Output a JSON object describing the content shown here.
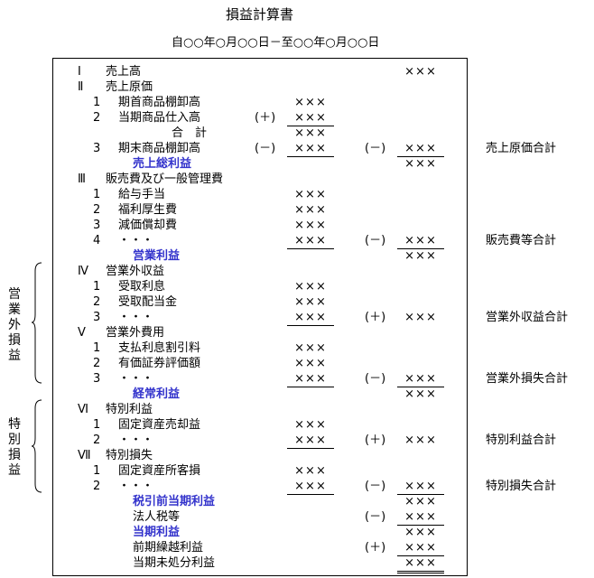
{
  "title": "損益計算書",
  "period": "自○○年○月○○日－至○○年○月○○日",
  "side_groups": [
    {
      "label": "営業外損益"
    },
    {
      "label": "特別損益"
    }
  ],
  "colors": {
    "highlight": "#3333cc"
  },
  "rows": [
    {
      "roman": "Ⅰ",
      "label": "売上高",
      "amt2": "×××"
    },
    {
      "roman": "Ⅱ",
      "label": "売上原価"
    },
    {
      "num": "1",
      "label": "期首商品棚卸高",
      "amt1": "×××"
    },
    {
      "num": "2",
      "label": "当期商品仕入高",
      "sign1": "(＋)",
      "amt1": "×××",
      "ul1": 1
    },
    {
      "sub": "合　計",
      "amt1": "×××"
    },
    {
      "num": "3",
      "label": "期末商品棚卸高",
      "sign1": "(－)",
      "amt1": "×××",
      "ul1": 1,
      "sign2": "(－)",
      "amt2": "×××",
      "ul2": 1,
      "right": "売上原価合計"
    },
    {
      "blue": "売上総利益",
      "amt2": "×××"
    },
    {
      "roman": "Ⅲ",
      "label": "販売費及び一般管理費"
    },
    {
      "num": "1",
      "label": "給与手当",
      "amt1": "×××"
    },
    {
      "num": "2",
      "label": "福利厚生費",
      "amt1": "×××"
    },
    {
      "num": "3",
      "label": "減価償却費",
      "amt1": "×××"
    },
    {
      "num": "4",
      "label": "・・・",
      "amt1": "×××",
      "ul1": 1,
      "sign2": "(－)",
      "amt2": "×××",
      "ul2": 1,
      "right": "販売費等合計"
    },
    {
      "blue": "営業利益",
      "amt2": "×××"
    },
    {
      "roman": "Ⅳ",
      "label": "営業外収益"
    },
    {
      "num": "1",
      "label": "受取利息",
      "amt1": "×××"
    },
    {
      "num": "2",
      "label": "受取配当金",
      "amt1": "×××"
    },
    {
      "num": "3",
      "label": "・・・",
      "amt1": "×××",
      "ul1": 1,
      "sign2": "(＋)",
      "amt2": "×××",
      "right": "営業外収益合計"
    },
    {
      "roman": "Ⅴ",
      "label": "営業外費用"
    },
    {
      "num": "1",
      "label": "支払利息割引料",
      "amt1": "×××"
    },
    {
      "num": "2",
      "label": "有価証券評価額",
      "amt1": "×××"
    },
    {
      "num": "3",
      "label": "・・・",
      "amt1": "×××",
      "ul1": 1,
      "sign2": "(－)",
      "amt2": "×××",
      "ul2": 1,
      "right": "営業外損失合計"
    },
    {
      "blue": "経常利益",
      "amt2": "×××"
    },
    {
      "roman": "Ⅵ",
      "label": "特別利益"
    },
    {
      "num": "1",
      "label": "固定資産売却益",
      "amt1": "×××"
    },
    {
      "num": "2",
      "label": "・・・",
      "amt1": "×××",
      "ul1": 1,
      "sign2": "(＋)",
      "amt2": "×××",
      "right": "特別利益合計"
    },
    {
      "roman": "Ⅶ",
      "label": "特別損失"
    },
    {
      "num": "1",
      "label": "固定資産所客損",
      "amt1": "×××"
    },
    {
      "num": "2",
      "label": "・・・",
      "amt1": "×××",
      "ul1": 1,
      "sign2": "(－)",
      "amt2": "×××",
      "ul2": 1,
      "right": "特別損失合計"
    },
    {
      "blue": "税引前当期利益",
      "amt2": "×××"
    },
    {
      "plain": "法人税等",
      "sign2": "(－)",
      "amt2": "×××",
      "ul2": 1
    },
    {
      "blue": "当期利益",
      "amt2": "×××"
    },
    {
      "plain": "前期繰越利益",
      "sign2": "(＋)",
      "amt2": "×××",
      "ul2": 1
    },
    {
      "plain": "当期未処分利益",
      "amt2": "×××",
      "dul2": 1
    }
  ]
}
